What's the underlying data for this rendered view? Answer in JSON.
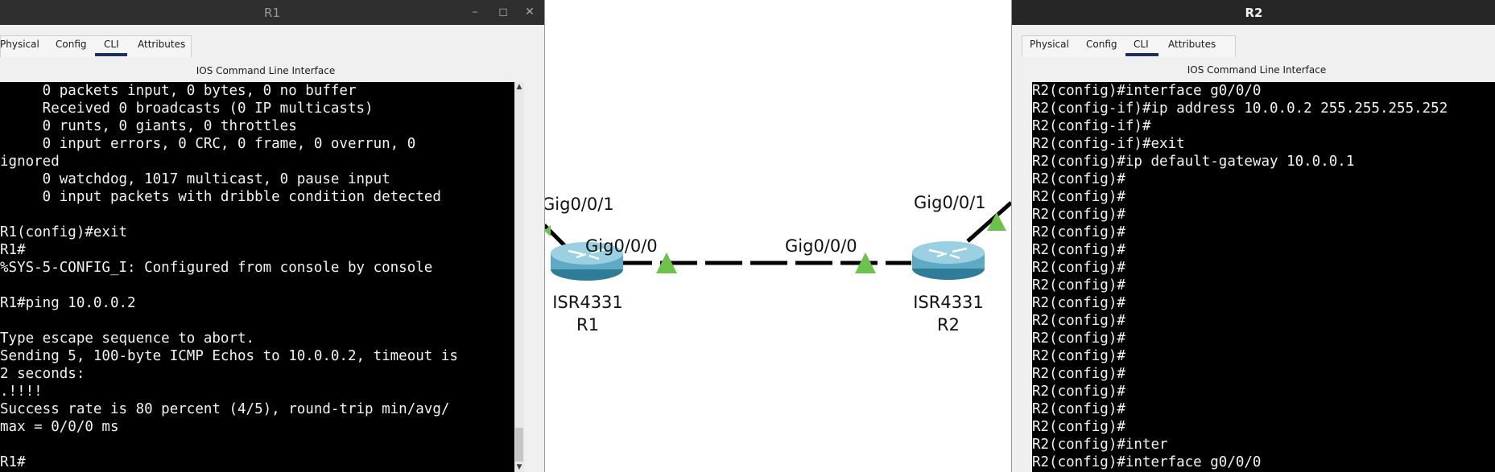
{
  "r1_window": {
    "title": "R1",
    "controls": {
      "minimize": "–",
      "maximize": "◻",
      "close": "✕"
    },
    "tabs": [
      "Physical",
      "Config",
      "CLI",
      "Attributes"
    ],
    "active_tab": "CLI",
    "cli_caption": "IOS Command Line Interface",
    "terminal_lines": [
      "     0 packets input, 0 bytes, 0 no buffer",
      "     Received 0 broadcasts (0 IP multicasts)",
      "     0 runts, 0 giants, 0 throttles",
      "     0 input errors, 0 CRC, 0 frame, 0 overrun, 0",
      "ignored",
      "     0 watchdog, 1017 multicast, 0 pause input",
      "     0 input packets with dribble condition detected",
      "",
      "R1(config)#exit",
      "R1#",
      "%SYS-5-CONFIG_I: Configured from console by console",
      "",
      "R1#ping 10.0.0.2",
      "",
      "Type escape sequence to abort.",
      "Sending 5, 100-byte ICMP Echos to 10.0.0.2, timeout is",
      "2 seconds:",
      ".!!!!",
      "Success rate is 80 percent (4/5), round-trip min/avg/",
      "max = 0/0/0 ms",
      "",
      "R1#"
    ]
  },
  "r2_window": {
    "title": "R2",
    "tabs": [
      "Physical",
      "Config",
      "CLI",
      "Attributes"
    ],
    "active_tab": "CLI",
    "cli_caption": "IOS Command Line Interface",
    "terminal_lines": [
      "R2(config)#interface g0/0/0",
      "R2(config-if)#ip address 10.0.0.2 255.255.255.252",
      "R2(config-if)#",
      "R2(config-if)#exit",
      "R2(config)#ip default-gateway 10.0.0.1",
      "R2(config)#",
      "R2(config)#",
      "R2(config)#",
      "R2(config)#",
      "R2(config)#",
      "R2(config)#",
      "R2(config)#",
      "R2(config)#",
      "R2(config)#",
      "R2(config)#",
      "R2(config)#",
      "R2(config)#",
      "R2(config)#",
      "R2(config)#",
      "R2(config)#",
      "R2(config)#inter",
      "R2(config)#interface g0/0/0"
    ]
  },
  "topology": {
    "r1": {
      "model": "ISR4331",
      "name": "R1"
    },
    "r2": {
      "model": "ISR4331",
      "name": "R2"
    },
    "labels": {
      "r1_gig001": "Gig0/0/1",
      "r1_gig000": "Gig0/0/0",
      "r2_gig000": "Gig0/0/0",
      "r2_gig001": "Gig0/0/1"
    },
    "link_color": "#000000",
    "port_up_color": "#6cc24a",
    "router_color": "#5fa9c2"
  },
  "colors": {
    "terminal_bg": "#000000",
    "terminal_fg": "#f2f2f2",
    "tab_active_underline": "#1d2f5e"
  }
}
